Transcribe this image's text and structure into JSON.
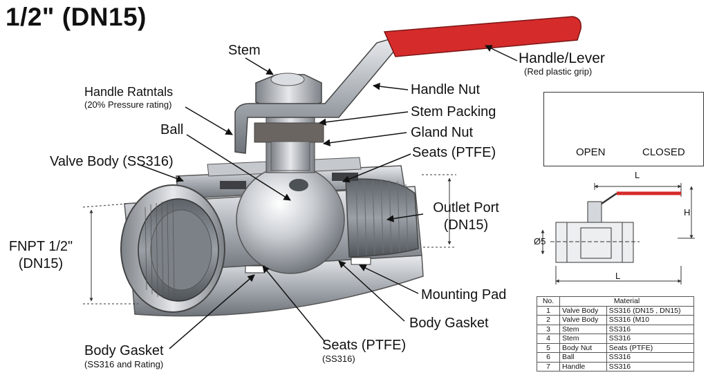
{
  "title": "1/2\" (DN15)",
  "labels": {
    "stem": "Stem",
    "handle_lever": "Handle/Lever",
    "handle_lever_sub": "(Red plastic grip)",
    "handle_ratings": "Handle Ratntals",
    "handle_ratings_sub": "(20% Pressure rating)",
    "handle_nut": "Handle Nut",
    "stem_packing": "Stem Packing",
    "ball": "Ball",
    "gland_nut": "Gland Nut",
    "seats_top": "Seats (PTFE)",
    "valve_body": "Valve Body (SS316)",
    "outlet_port": "Outlet Port",
    "outlet_port_sub": "(DN15)",
    "fnpt": "FNPT 1/2\"",
    "fnpt_sub": "(DN15)",
    "mounting_pad": "Mounting Pad",
    "body_gasket_right": "Body Gasket",
    "body_gasket_left": "Body Gasket",
    "body_gasket_left_sub": "(SS316 and Rating)",
    "seats_bottom": "Seats (PTFE)",
    "seats_bottom_sub": "(SS316)"
  },
  "inset": {
    "open": "OPEN",
    "closed": "CLOSED"
  },
  "dimensions": {
    "length_top": "L",
    "length_bottom": "L",
    "height": "H",
    "diameter": "Ø5"
  },
  "colors": {
    "handle_grip": "#d62b2b",
    "flow_arrow": "#3b82c4",
    "steel": "#b9bec4"
  },
  "table": {
    "headers": [
      "No.",
      "Material"
    ],
    "rows": [
      [
        "1",
        "Valve Body",
        "SS316 (DN15 , DN15)"
      ],
      [
        "2",
        "Valve Body",
        "SS316 (M10"
      ],
      [
        "3",
        "Stem",
        "SS316"
      ],
      [
        "4",
        "Stem",
        "SS316"
      ],
      [
        "5",
        "Body Nut",
        "Seats (PTFE)"
      ],
      [
        "6",
        "Ball",
        "SS316"
      ],
      [
        "7",
        "Handle",
        "SS316"
      ]
    ]
  }
}
